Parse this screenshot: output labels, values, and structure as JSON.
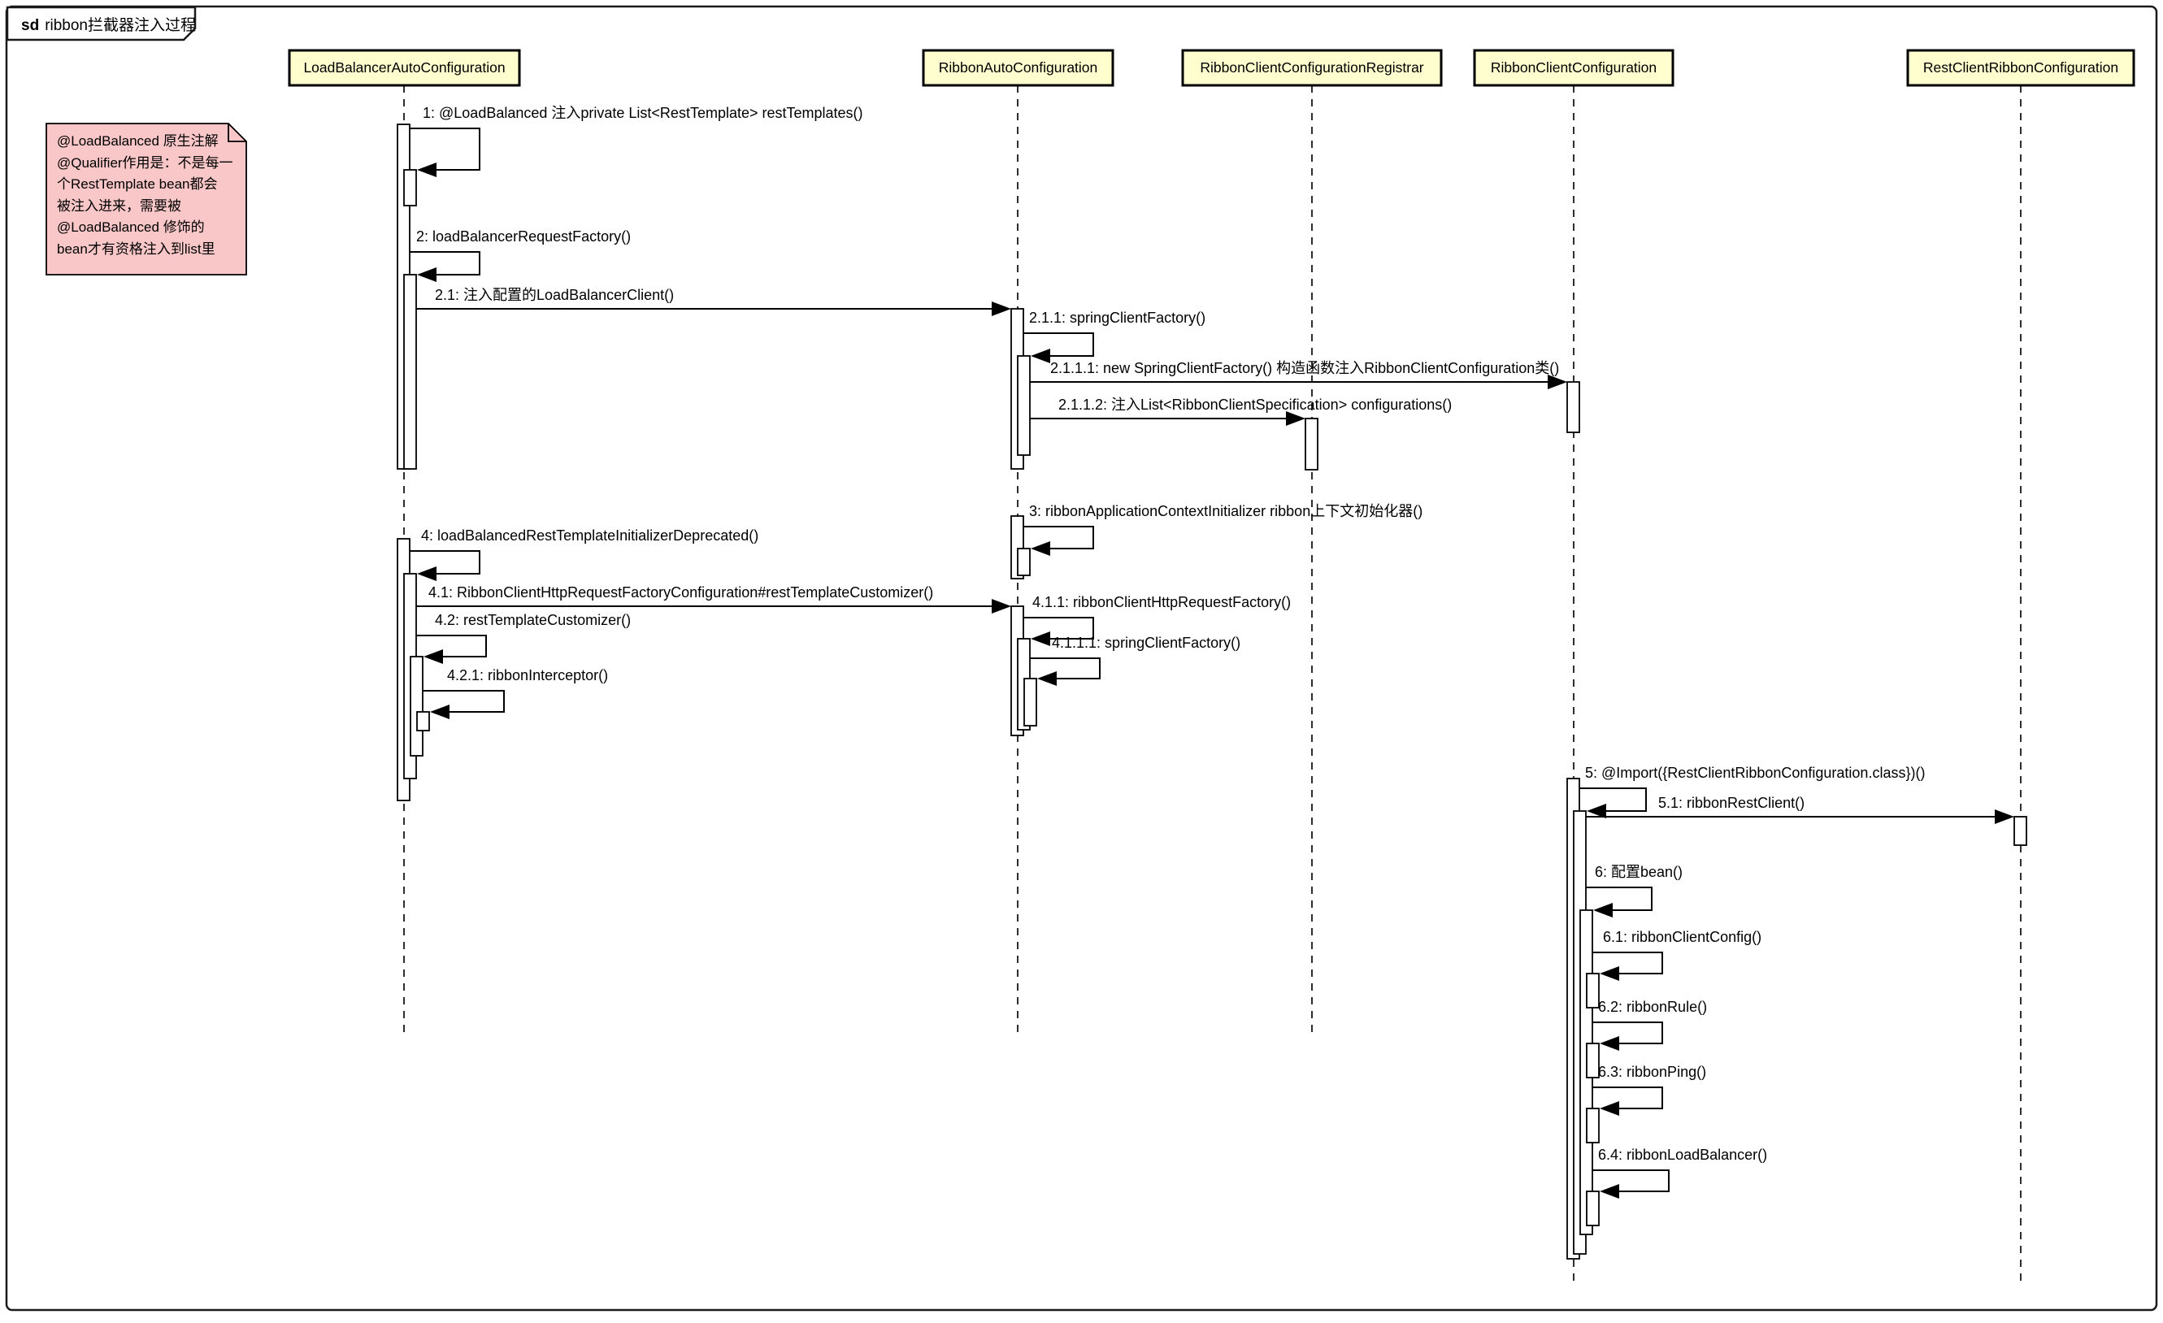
{
  "frame": {
    "keyword": "sd",
    "title": "ribbon拦截器注入过程"
  },
  "participants": [
    {
      "name": "LoadBalancerAutoConfiguration"
    },
    {
      "name": "RibbonAutoConfiguration"
    },
    {
      "name": "RibbonClientConfigurationRegistrar"
    },
    {
      "name": "RibbonClientConfiguration"
    },
    {
      "name": "RestClientRibbonConfiguration"
    }
  ],
  "note": {
    "text": "@LoadBalanced 原生注解\n@Qualifier作用是：不是每一\n个RestTemplate bean都会\n被注入进来，需要被\n@LoadBalanced 修饰的\nbean才有资格注入到list里"
  },
  "messages": [
    {
      "num": "1",
      "label": "1: @LoadBalanced 注入private List<RestTemplate> restTemplates()",
      "from": "LoadBalancerAutoConfiguration",
      "to": "LoadBalancerAutoConfiguration",
      "type": "self"
    },
    {
      "num": "2",
      "label": "2: loadBalancerRequestFactory()",
      "from": "LoadBalancerAutoConfiguration",
      "to": "LoadBalancerAutoConfiguration",
      "type": "self"
    },
    {
      "num": "2.1",
      "label": "2.1: 注入配置的LoadBalancerClient()",
      "from": "LoadBalancerAutoConfiguration",
      "to": "RibbonAutoConfiguration",
      "type": "call"
    },
    {
      "num": "2.1.1",
      "label": "2.1.1: springClientFactory()",
      "from": "RibbonAutoConfiguration",
      "to": "RibbonAutoConfiguration",
      "type": "self"
    },
    {
      "num": "2.1.1.1",
      "label": "2.1.1.1: new SpringClientFactory() 构造函数注入RibbonClientConfiguration类()",
      "from": "RibbonAutoConfiguration",
      "to": "RibbonClientConfiguration",
      "type": "call"
    },
    {
      "num": "2.1.1.2",
      "label": "2.1.1.2: 注入List<RibbonClientSpecification> configurations()",
      "from": "RibbonAutoConfiguration",
      "to": "RibbonClientConfigurationRegistrar",
      "type": "call"
    },
    {
      "num": "3",
      "label": "3: ribbonApplicationContextInitializer ribbon上下文初始化器()",
      "from": "RibbonAutoConfiguration",
      "to": "RibbonAutoConfiguration",
      "type": "self"
    },
    {
      "num": "4",
      "label": "4: loadBalancedRestTemplateInitializerDeprecated()",
      "from": "LoadBalancerAutoConfiguration",
      "to": "LoadBalancerAutoConfiguration",
      "type": "self"
    },
    {
      "num": "4.1",
      "label": "4.1: RibbonClientHttpRequestFactoryConfiguration#restTemplateCustomizer()",
      "from": "LoadBalancerAutoConfiguration",
      "to": "RibbonAutoConfiguration",
      "type": "call"
    },
    {
      "num": "4.1.1",
      "label": "4.1.1: ribbonClientHttpRequestFactory()",
      "from": "RibbonAutoConfiguration",
      "to": "RibbonAutoConfiguration",
      "type": "self"
    },
    {
      "num": "4.1.1.1",
      "label": "4.1.1.1: springClientFactory()",
      "from": "RibbonAutoConfiguration",
      "to": "RibbonAutoConfiguration",
      "type": "self"
    },
    {
      "num": "4.2",
      "label": "4.2: restTemplateCustomizer()",
      "from": "LoadBalancerAutoConfiguration",
      "to": "LoadBalancerAutoConfiguration",
      "type": "self"
    },
    {
      "num": "4.2.1",
      "label": "4.2.1: ribbonInterceptor()",
      "from": "LoadBalancerAutoConfiguration",
      "to": "LoadBalancerAutoConfiguration",
      "type": "self"
    },
    {
      "num": "5",
      "label": "5: @Import({RestClientRibbonConfiguration.class})()",
      "from": "RibbonClientConfiguration",
      "to": "RibbonClientConfiguration",
      "type": "self"
    },
    {
      "num": "5.1",
      "label": "5.1: ribbonRestClient()",
      "from": "RibbonClientConfiguration",
      "to": "RestClientRibbonConfiguration",
      "type": "call"
    },
    {
      "num": "6",
      "label": "6: 配置bean()",
      "from": "RibbonClientConfiguration",
      "to": "RibbonClientConfiguration",
      "type": "self"
    },
    {
      "num": "6.1",
      "label": "6.1: ribbonClientConfig()",
      "from": "RibbonClientConfiguration",
      "to": "RibbonClientConfiguration",
      "type": "self"
    },
    {
      "num": "6.2",
      "label": "6.2: ribbonRule()",
      "from": "RibbonClientConfiguration",
      "to": "RibbonClientConfiguration",
      "type": "self"
    },
    {
      "num": "6.3",
      "label": "6.3: ribbonPing()",
      "from": "RibbonClientConfiguration",
      "to": "RibbonClientConfiguration",
      "type": "self"
    },
    {
      "num": "6.4",
      "label": "6.4: ribbonLoadBalancer()",
      "from": "RibbonClientConfiguration",
      "to": "RibbonClientConfiguration",
      "type": "self"
    }
  ],
  "colors": {
    "participant_fill": "#FEFECE",
    "note_fill": "#F9C7C7",
    "line": "#000000",
    "background": "#FFFFFF"
  }
}
